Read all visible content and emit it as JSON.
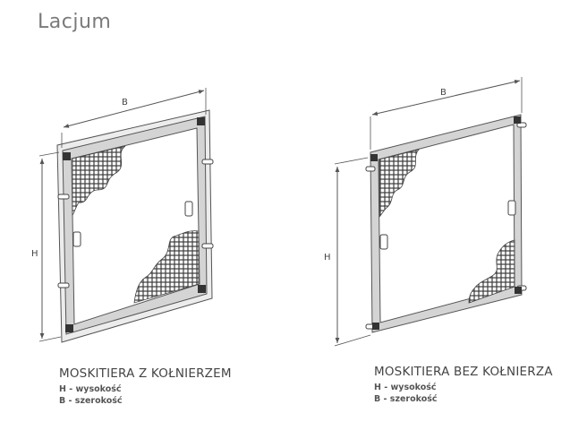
{
  "brand": "Lacjum",
  "left": {
    "title": "MOSKITIERA Z KOŁNIERZEM",
    "height_label": "H",
    "width_label": "B",
    "legend_h": "H - wysokość",
    "legend_b": "B - szerokość"
  },
  "right": {
    "title": "MOSKITIERA BEZ KOŁNIERZA",
    "height_label": "H",
    "width_label": "B",
    "legend_h": "H - wysokość",
    "legend_b": "B - szerokość"
  },
  "colors": {
    "line": "#555555",
    "frame_fill": "#d6d6d6",
    "mesh": "#444444",
    "text": "#444444"
  }
}
